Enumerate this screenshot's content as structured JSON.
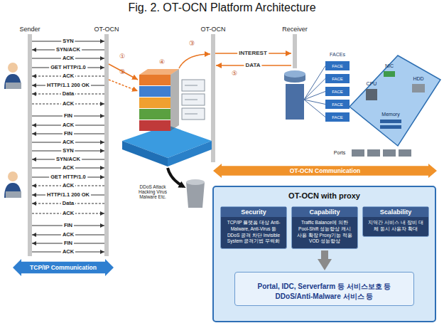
{
  "diagram": {
    "title": "Fig. 2. OT-OCN Platform Architecture",
    "nodes": [
      {
        "text": [
          "OT-OCN with proxy"
        ]
      },
      {
        "text": [
          "Security",
          "TCP/IP 플랫폼 대상 Anti-Malware, Anti-Virus 등 DDoS 공격 차단 Invisible System 공격기법 무력화"
        ],
        "in": 0
      },
      {
        "text": [
          "Capability",
          "Traffic Balance에 의한 Pool-Shift 성능향상 캐시 사용 확장 Proxy기능 적용 VOD 성능향상"
        ],
        "in": 0
      },
      {
        "text": [
          "Scalability",
          "지역간 서비스 내 장비 대체 동시 사용자 확대"
        ],
        "in": 0
      },
      {
        "text": [
          "Portal, IDC, Serverfarm 등 서비스보호 등 DDoS/Anti-Malware 서비스 등"
        ],
        "in": 0
      },
      {
        "text": [
          "TCP/IP Communication"
        ]
      },
      {
        "text": [
          "OT-OCN Communication"
        ]
      }
    ],
    "edges": [
      {
        "from": 2,
        "to": 4,
        "arrow": "to"
      }
    ],
    "labels": [
      "Sender",
      "OT-OCN",
      "OT-OCN",
      "Receiver",
      "SYN",
      "SYN/ACK",
      "ACK",
      "GET HTTP/1.0",
      "ACK",
      "HTTP/1.1 200 OK",
      "Data",
      "ACK",
      "FIN",
      "ACK",
      "FIN",
      "ACK",
      "SYN",
      "SYN/ACK",
      "ACK",
      "GET HTTP/1.0",
      "ACK",
      "HTTP/1.1 200 OK",
      "Data",
      "ACK",
      "FIN",
      "ACK",
      "FIN",
      "ACK",
      "INTEREST",
      "DATA",
      "①",
      "②",
      "③",
      "④",
      "⑤",
      "DDoS Attack Hacking Virus Malware Etc.",
      "FACEs",
      "FACE",
      "FACE",
      "FACE",
      "FACE",
      "FACE",
      "NIC",
      "CPU",
      "HDD",
      "Memory",
      "Ports"
    ]
  }
}
